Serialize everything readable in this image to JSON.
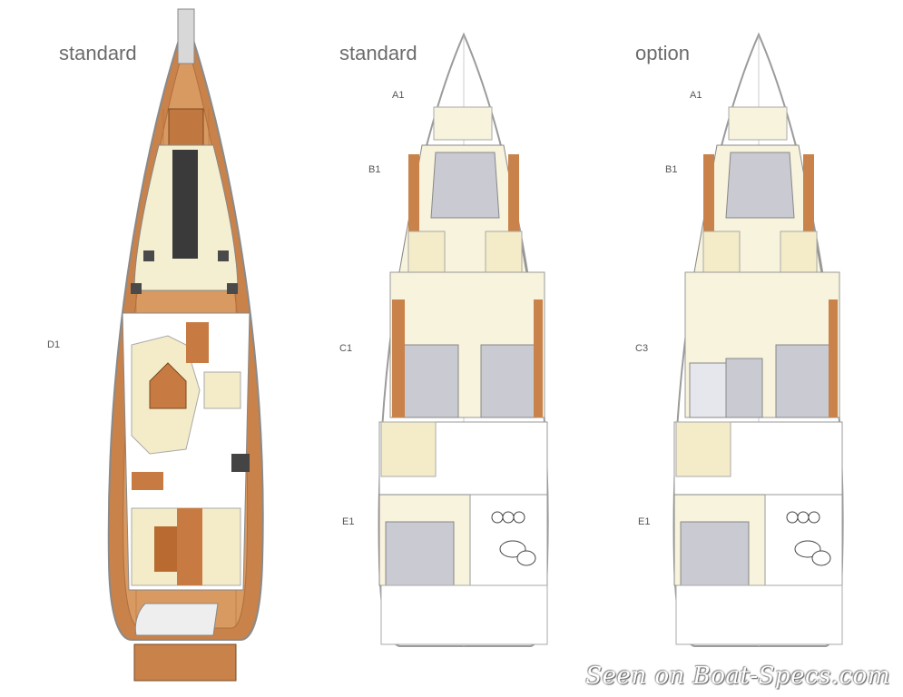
{
  "plans": [
    {
      "title": "standard",
      "zones": [
        "D1"
      ]
    },
    {
      "title": "standard",
      "zones": [
        "A1",
        "B1",
        "C1",
        "E1"
      ]
    },
    {
      "title": "option",
      "zones": [
        "A1",
        "B1",
        "C3",
        "E1"
      ]
    }
  ],
  "watermark": "Seen on Boat-Specs.com",
  "colors": {
    "teak": "#c8824a",
    "cream": "#f8f3dc",
    "grey": "#c9cad2",
    "hull": "#9b9b9b",
    "wood_dark": "#b86a30"
  }
}
